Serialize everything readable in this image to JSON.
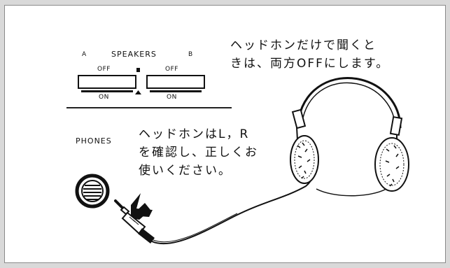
{
  "speakers": {
    "label_a": "A",
    "title": "SPEAKERS",
    "label_b": "B",
    "switch_a": {
      "top": "OFF",
      "bottom": "ON"
    },
    "switch_b": {
      "top": "OFF",
      "bottom": "ON"
    }
  },
  "phones": {
    "label": "PHONES"
  },
  "notes": {
    "top_line1": "ヘッドホンだけで聞くと",
    "top_line2": "きは、両方OFFにします。",
    "mid_line1": "ヘッドホンはL，R",
    "mid_line2": "を確認し、正しくお",
    "mid_line3": "使いください。"
  },
  "colors": {
    "line": "#111111",
    "paper": "#ffffff",
    "background": "#d9d9d9"
  },
  "icons": [
    "speaker-indicator-icon",
    "headphones-icon",
    "jack-plug-icon",
    "insert-arrow-icon",
    "phone-socket-icon"
  ]
}
